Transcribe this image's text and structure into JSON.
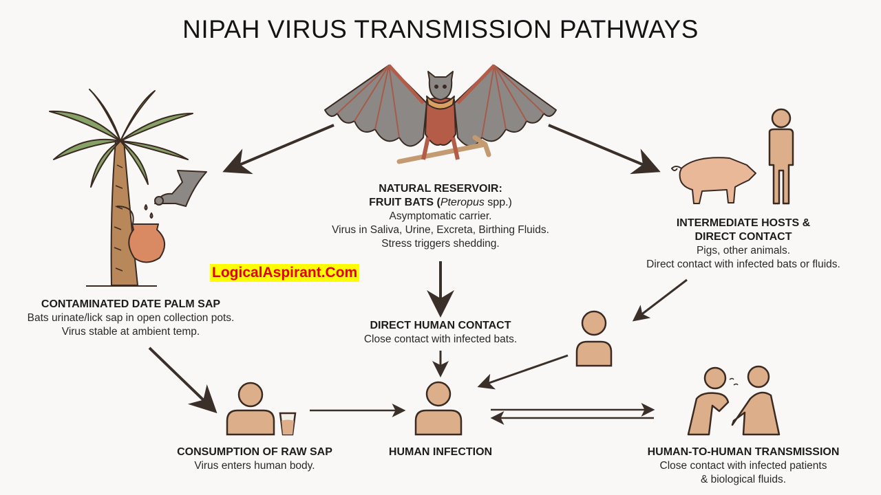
{
  "title": "NIPAH VIRUS TRANSMISSION PATHWAYS",
  "watermark": "LogicalAspirant.Com",
  "colors": {
    "arrow": "#3b3029",
    "skin": "#dcae8a",
    "outline": "#3a2a22",
    "bat_wing": "#8c8886",
    "bat_body": "#b45c48",
    "bat_collar": "#d8a062",
    "leaf": "#86a266",
    "trunk": "#b8875a",
    "pot": "#d98a62",
    "pig": "#e8b898",
    "watermark_bg": "#ffff00",
    "watermark_text": "#e00000"
  },
  "nodes": {
    "reservoir": {
      "heading1": "NATURAL RESERVOIR:",
      "heading2_prefix": "FRUIT BATS (",
      "heading2_italic": "Pteropus",
      "heading2_suffix": " spp.)",
      "lines": [
        "Asymptomatic carrier.",
        "Virus in Saliva, Urine, Excreta, Birthing Fluids.",
        "Stress triggers shedding."
      ],
      "icon": "fruit-bat"
    },
    "date_palm": {
      "heading": "CONTAMINATED DATE PALM SAP",
      "lines": [
        "Bats urinate/lick sap in open collection pots.",
        "Virus stable at ambient temp."
      ],
      "icon": "palm-tree-with-pot-and-bat"
    },
    "intermediate": {
      "heading1": "INTERMEDIATE HOSTS &",
      "heading2": "DIRECT CONTACT",
      "lines": [
        "Pigs, other animals.",
        "Direct contact with infected bats or fluids."
      ],
      "icon": "pig-and-person"
    },
    "direct_contact": {
      "heading": "DIRECT HUMAN CONTACT",
      "lines": [
        "Close contact with infected bats."
      ]
    },
    "consumption": {
      "heading": "CONSUMPTION OF RAW SAP",
      "lines": [
        "Virus enters human body."
      ],
      "icon": "person-with-glass"
    },
    "infection": {
      "heading": "HUMAN INFECTION",
      "icon": "person"
    },
    "human_to_human": {
      "heading": "HUMAN-TO-HUMAN TRANSMISSION",
      "lines": [
        "Close contact with infected patients",
        "& biological fluids."
      ],
      "icon": "two-people-coughing"
    }
  },
  "edges": [
    {
      "from": "reservoir",
      "to": "date_palm"
    },
    {
      "from": "reservoir",
      "to": "intermediate"
    },
    {
      "from": "reservoir",
      "to": "direct_contact"
    },
    {
      "from": "direct_contact",
      "to": "infection"
    },
    {
      "from": "date_palm",
      "to": "consumption"
    },
    {
      "from": "consumption",
      "to": "infection"
    },
    {
      "from": "intermediate",
      "to": "infected-person"
    },
    {
      "from": "infected-person",
      "to": "infection"
    },
    {
      "from": "infection",
      "to": "human_to_human",
      "bidirectional": true
    }
  ]
}
